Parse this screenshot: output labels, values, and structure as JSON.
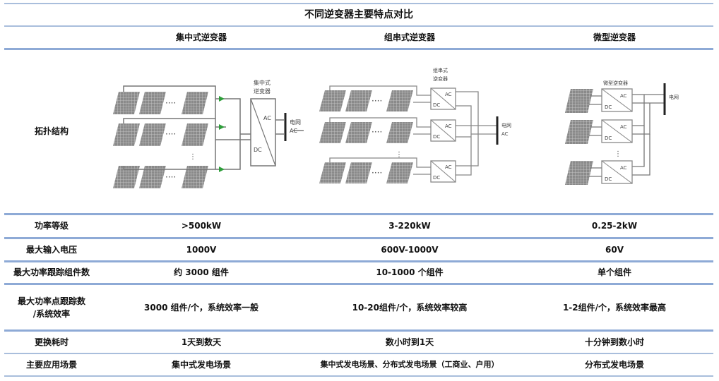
{
  "title": "不同逆变器主要特点对比",
  "columns": [
    "集中式逆变器",
    "组串式逆变器",
    "微型逆变器"
  ],
  "topology": {
    "row_label": "拓扑结构",
    "centralized": {
      "inverter_label_1": "集中式",
      "inverter_label_2": "逆变器",
      "ac": "AC",
      "dc": "DC",
      "grid_1": "电网",
      "grid_2": "AC"
    },
    "string": {
      "inverter_label_1": "组串式",
      "inverter_label_2": "逆变器",
      "ac": "AC",
      "dc": "DC",
      "grid_1": "电网",
      "grid_2": "AC"
    },
    "micro": {
      "inverter_label": "微型逆变器",
      "ac": "AC",
      "dc": "DC",
      "grid": "电网"
    }
  },
  "rows": [
    {
      "label": "功率等级",
      "values": [
        ">500kW",
        "3-220kW",
        "0.25-2kW"
      ]
    },
    {
      "label": "最大输入电压",
      "values": [
        "1000V",
        "600V-1000V",
        "60V"
      ]
    },
    {
      "label": "最大功率跟踪组件数",
      "values": [
        "约 3000 组件",
        "10-1000 个组件",
        "单个组件"
      ]
    },
    {
      "label_line1": "最大功率点跟踪数",
      "label_line2": "/系统效率",
      "values": [
        "3000 组件/个，系统效率一般",
        "10-20组件/个，系统效率较高",
        "1-2组件/个，系统效率最高"
      ]
    },
    {
      "label": "更换耗时",
      "values": [
        "1天到数天",
        "数小时到1天",
        "十分钟到数小时"
      ]
    },
    {
      "label": "主要应用场景",
      "values": [
        "集中式发电场景",
        "集中式发电场景、分布式发电场景（工商业、户用）",
        "分布式发电场景"
      ]
    }
  ],
  "colors": {
    "rule": "#a9bedc",
    "rule_strong": "#8eaad6",
    "diode": "#2e9e3a",
    "panel": "#7a7a7a"
  }
}
